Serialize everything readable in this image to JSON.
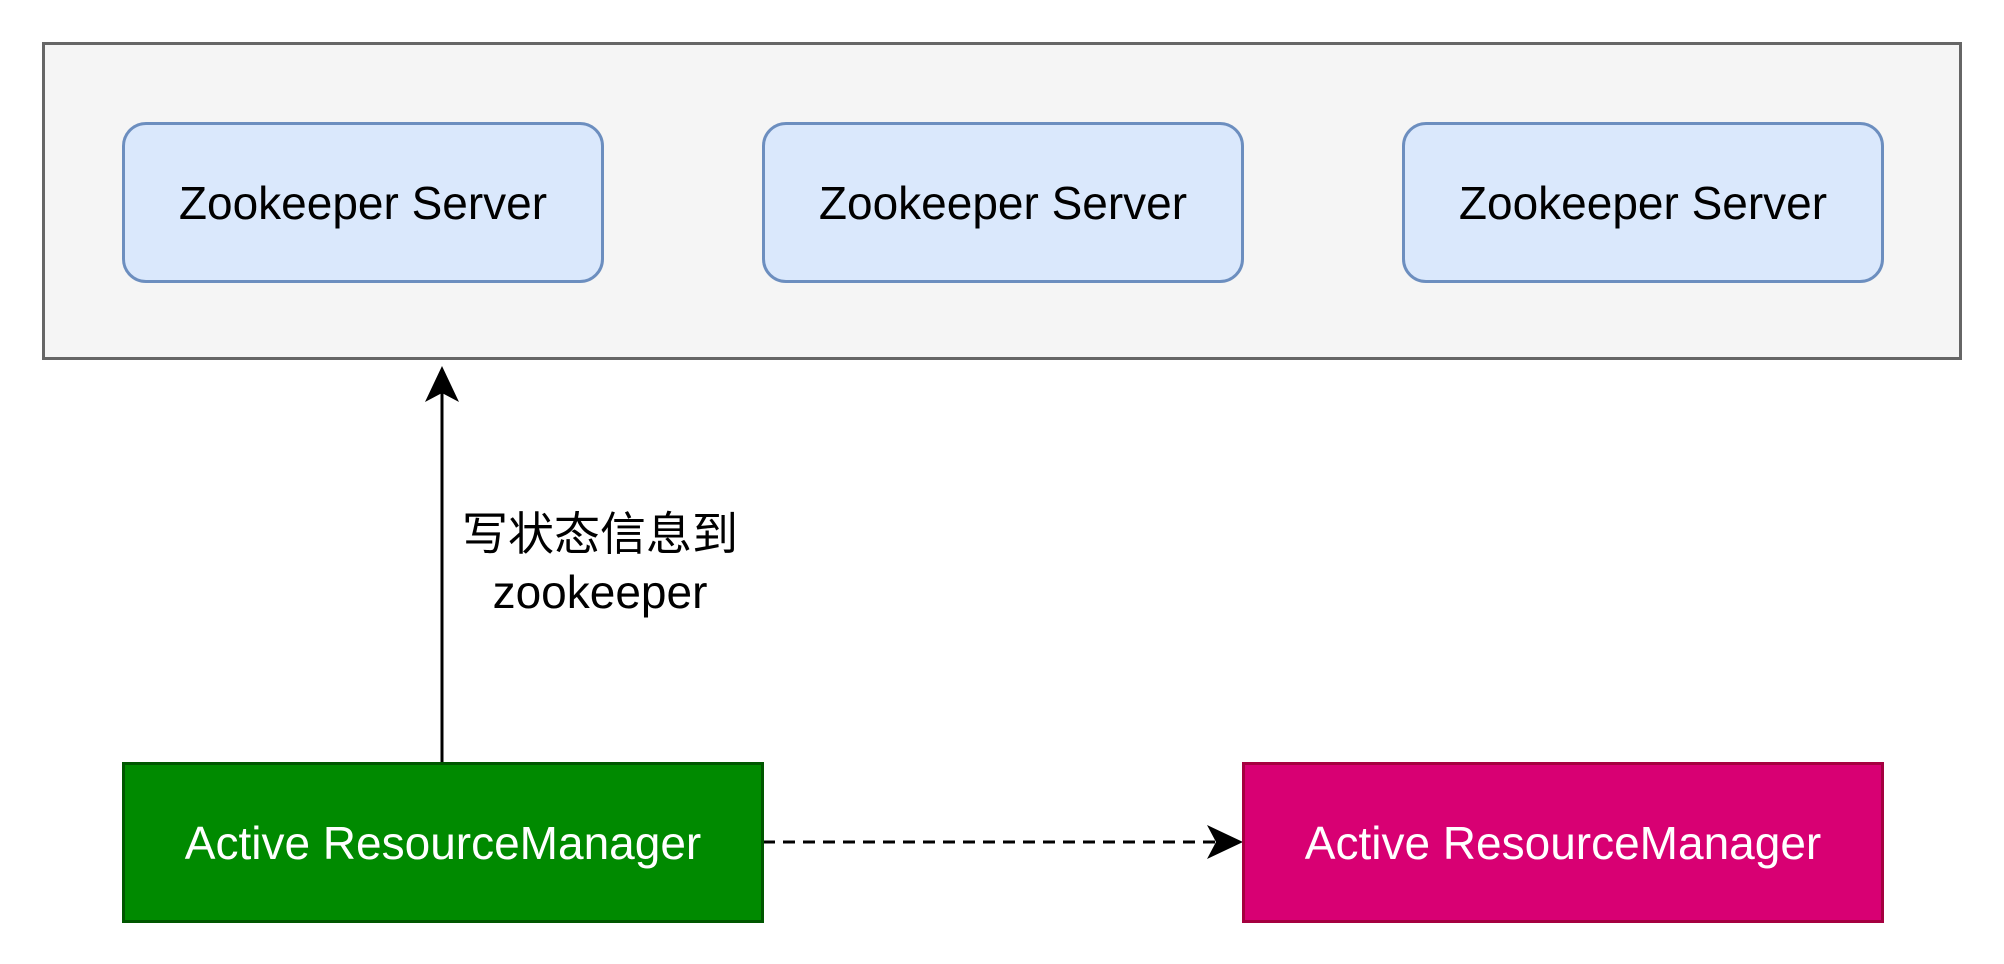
{
  "cluster": {
    "servers": [
      {
        "label": "Zookeeper Server"
      },
      {
        "label": "Zookeeper Server"
      },
      {
        "label": "Zookeeper Server"
      }
    ]
  },
  "edges": {
    "write_state": {
      "label_line1": "写状态信息到",
      "label_line2": "zookeeper"
    }
  },
  "resource_managers": {
    "active": {
      "label": "Active ResourceManager",
      "fill": "#008a00",
      "stroke": "#005700"
    },
    "standby": {
      "label": "Active ResourceManager",
      "fill": "#d80073",
      "stroke": "#a50040"
    }
  },
  "colors": {
    "cluster_fill": "#f5f5f5",
    "cluster_stroke": "#666666",
    "server_fill": "#dae8fc",
    "server_stroke": "#6c8ebf"
  }
}
